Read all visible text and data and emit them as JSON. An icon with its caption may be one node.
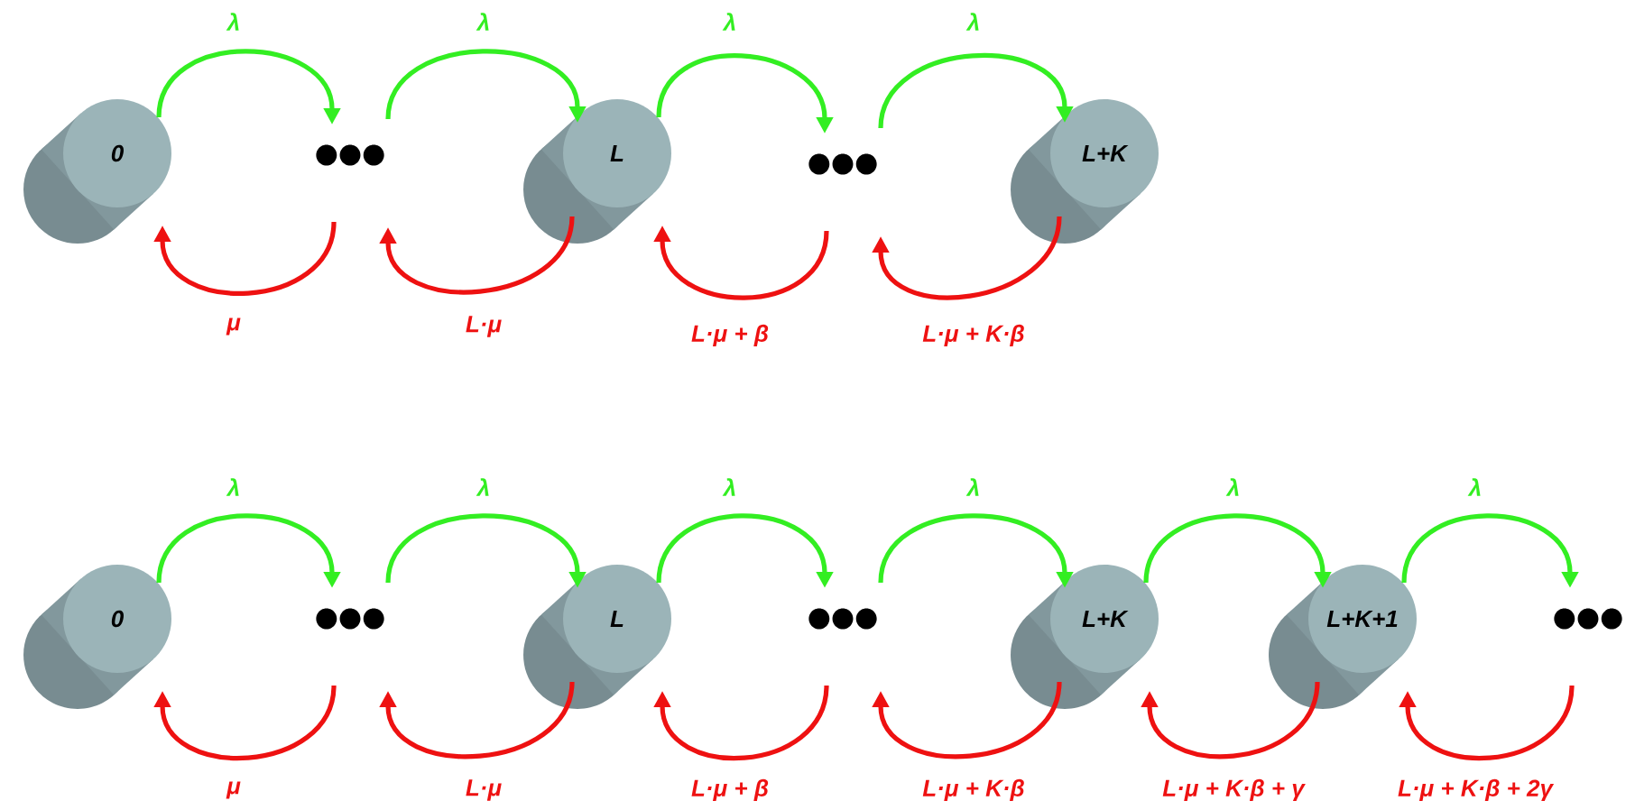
{
  "diagram": {
    "nodes": [
      {
        "text": [
          "0"
        ]
      },
      {
        "text": [
          "●●●"
        ]
      },
      {
        "text": [
          "L"
        ]
      },
      {
        "text": [
          "●●●"
        ]
      },
      {
        "text": [
          "L+K"
        ]
      },
      {
        "text": [
          "0"
        ]
      },
      {
        "text": [
          "●●●"
        ]
      },
      {
        "text": [
          "L"
        ]
      },
      {
        "text": [
          "●●●"
        ]
      },
      {
        "text": [
          "L+K"
        ]
      },
      {
        "text": [
          "L+K+1"
        ]
      },
      {
        "text": [
          "●●●"
        ]
      }
    ],
    "edges": [
      {
        "from": 0,
        "to": 1,
        "arrow": "to",
        "label": "λ",
        "color": "#33ee22"
      },
      {
        "from": 1,
        "to": 0,
        "arrow": "to",
        "label": "μ",
        "color": "#ee1111"
      },
      {
        "from": 1,
        "to": 2,
        "arrow": "to",
        "label": "λ",
        "color": "#33ee22"
      },
      {
        "from": 2,
        "to": 1,
        "arrow": "to",
        "label": "L·μ",
        "color": "#ee1111"
      },
      {
        "from": 2,
        "to": 3,
        "arrow": "to",
        "label": "λ",
        "color": "#33ee22"
      },
      {
        "from": 3,
        "to": 2,
        "arrow": "to",
        "label": "L·μ + β",
        "color": "#ee1111"
      },
      {
        "from": 3,
        "to": 4,
        "arrow": "to",
        "label": "λ",
        "color": "#33ee22"
      },
      {
        "from": 4,
        "to": 3,
        "arrow": "to",
        "label": "L·μ + K·β",
        "color": "#ee1111"
      },
      {
        "from": 5,
        "to": 6,
        "arrow": "to",
        "label": "λ",
        "color": "#33ee22"
      },
      {
        "from": 6,
        "to": 5,
        "arrow": "to",
        "label": "μ",
        "color": "#ee1111"
      },
      {
        "from": 6,
        "to": 7,
        "arrow": "to",
        "label": "λ",
        "color": "#33ee22"
      },
      {
        "from": 7,
        "to": 6,
        "arrow": "to",
        "label": "L·μ",
        "color": "#ee1111"
      },
      {
        "from": 7,
        "to": 8,
        "arrow": "to",
        "label": "λ",
        "color": "#33ee22"
      },
      {
        "from": 8,
        "to": 7,
        "arrow": "to",
        "label": "L·μ + β",
        "color": "#ee1111"
      },
      {
        "from": 8,
        "to": 9,
        "arrow": "to",
        "label": "λ",
        "color": "#33ee22"
      },
      {
        "from": 9,
        "to": 8,
        "arrow": "to",
        "label": "L·μ + K·β",
        "color": "#ee1111"
      },
      {
        "from": 9,
        "to": 10,
        "arrow": "to",
        "label": "λ",
        "color": "#33ee22"
      },
      {
        "from": 10,
        "to": 9,
        "arrow": "to",
        "label": "L·μ + K·β + γ",
        "color": "#ee1111"
      },
      {
        "from": 10,
        "to": 11,
        "arrow": "to",
        "label": "λ",
        "color": "#33ee22"
      },
      {
        "from": 11,
        "to": 10,
        "arrow": "to",
        "label": "L·μ + K·β + 2γ",
        "color": "#ee1111"
      }
    ]
  }
}
